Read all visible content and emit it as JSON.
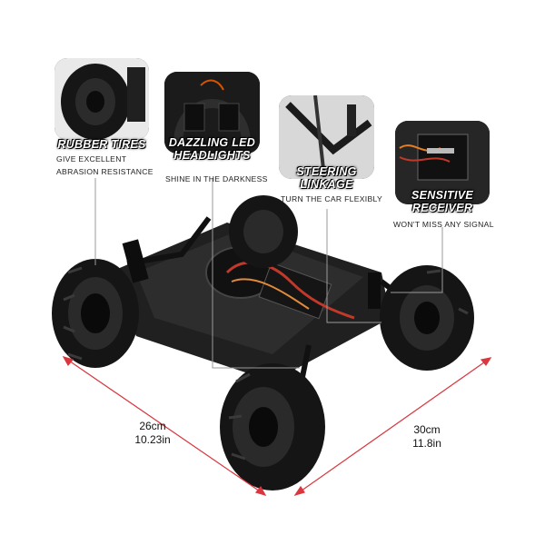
{
  "features": [
    {
      "title_line1": "RUBBER TIRES",
      "title_line2": "",
      "caption_line1": "GIVE EXCELLENT",
      "caption_line2": "ABRASION RESISTANCE"
    },
    {
      "title_line1": "DAZZLING LED",
      "title_line2": "HEADLIGHTS",
      "caption_line1": "SHINE IN THE DARKNESS",
      "caption_line2": ""
    },
    {
      "title_line1": "STEERING",
      "title_line2": "LINKAGE",
      "caption_line1": "TURN THE CAR FLEXIBLY",
      "caption_line2": ""
    },
    {
      "title_line1": "SENSITIVE",
      "title_line2": "RECEIVER",
      "caption_line1": "WON'T MISS ANY SIGNAL",
      "caption_line2": ""
    }
  ],
  "dimensions": {
    "width_cm": "26cm",
    "width_in": "10.23in",
    "length_cm": "30cm",
    "length_in": "11.8in"
  },
  "colors": {
    "dimension_line": "#d9363e",
    "callout_line": "#9a9a9a",
    "panel_bg": "#1a1a1a"
  }
}
